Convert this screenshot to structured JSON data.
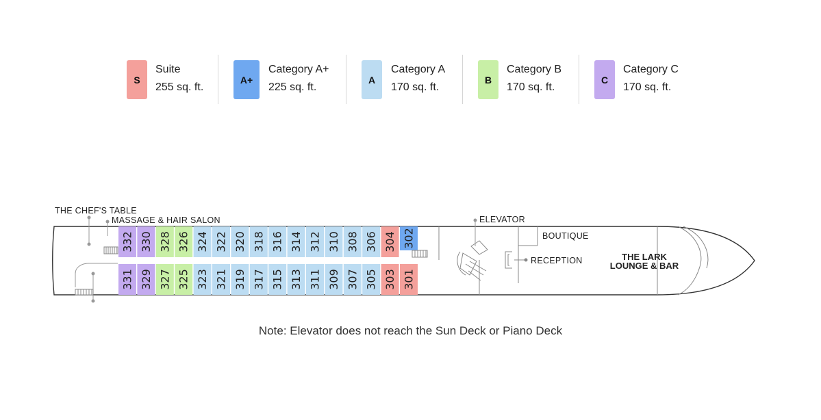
{
  "legend": [
    {
      "code": "S",
      "name": "Suite",
      "size": "255 sq. ft.",
      "color": "#f4a09b"
    },
    {
      "code": "A+",
      "name": "Category A+",
      "size": "225 sq. ft.",
      "color": "#6fa8f0"
    },
    {
      "code": "A",
      "name": "Category A",
      "size": "170 sq. ft.",
      "color": "#bcdcf2"
    },
    {
      "code": "B",
      "name": "Category B",
      "size": "170 sq. ft.",
      "color": "#c8efa6"
    },
    {
      "code": "C",
      "name": "Category C",
      "size": "170 sq. ft.",
      "color": "#c3aaef"
    }
  ],
  "plan": {
    "labels": {
      "chefs_table": "THE CHEF'S TABLE",
      "massage_salon": "MASSAGE & HAIR SALON",
      "elevator": "ELEVATOR",
      "boutique": "BOUTIQUE",
      "reception": "RECEPTION",
      "lounge_line1": "THE LARK",
      "lounge_line2": "LOUNGE & BAR"
    },
    "top_row": [
      {
        "number": "332",
        "category": "C"
      },
      {
        "number": "330",
        "category": "C"
      },
      {
        "number": "328",
        "category": "B"
      },
      {
        "number": "326",
        "category": "B"
      },
      {
        "number": "324",
        "category": "A"
      },
      {
        "number": "322",
        "category": "A"
      },
      {
        "number": "320",
        "category": "A"
      },
      {
        "number": "318",
        "category": "A"
      },
      {
        "number": "316",
        "category": "A"
      },
      {
        "number": "314",
        "category": "A"
      },
      {
        "number": "312",
        "category": "A"
      },
      {
        "number": "310",
        "category": "A"
      },
      {
        "number": "308",
        "category": "A"
      },
      {
        "number": "306",
        "category": "A"
      },
      {
        "number": "304",
        "category": "S"
      },
      {
        "number": "302",
        "category": "A+"
      }
    ],
    "bottom_row": [
      {
        "number": "331",
        "category": "C"
      },
      {
        "number": "329",
        "category": "C"
      },
      {
        "number": "327",
        "category": "B"
      },
      {
        "number": "325",
        "category": "B"
      },
      {
        "number": "323",
        "category": "A"
      },
      {
        "number": "321",
        "category": "A"
      },
      {
        "number": "319",
        "category": "A"
      },
      {
        "number": "317",
        "category": "A"
      },
      {
        "number": "315",
        "category": "A"
      },
      {
        "number": "313",
        "category": "A"
      },
      {
        "number": "311",
        "category": "A"
      },
      {
        "number": "309",
        "category": "A"
      },
      {
        "number": "307",
        "category": "A"
      },
      {
        "number": "305",
        "category": "A"
      },
      {
        "number": "303",
        "category": "S"
      },
      {
        "number": "301",
        "category": "S"
      }
    ]
  },
  "note": "Note: Elevator does not reach the Sun Deck or Piano Deck"
}
